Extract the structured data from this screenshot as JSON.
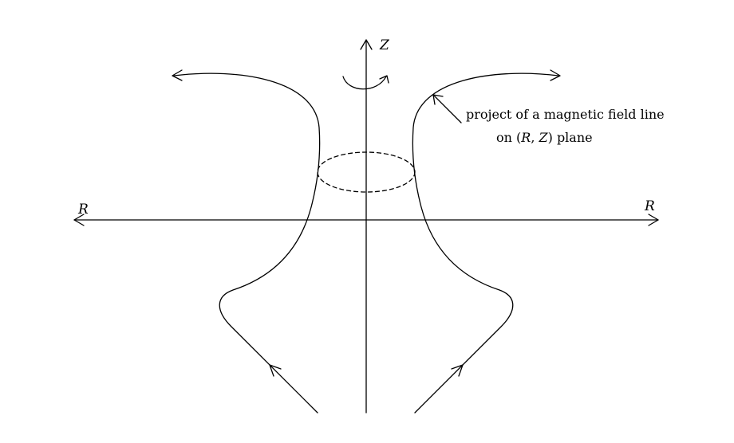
{
  "labels": {
    "z_axis": "Z",
    "r_axis_left": "R",
    "r_axis_right": "R"
  },
  "annotation": {
    "line1": "project of a magnetic field line",
    "line2_prefix": "on (",
    "line2_r": "R",
    "line2_comma": ", ",
    "line2_z": "Z",
    "line2_suffix": ") plane"
  },
  "colors": {
    "stroke": "#000000",
    "background": "#ffffff"
  }
}
